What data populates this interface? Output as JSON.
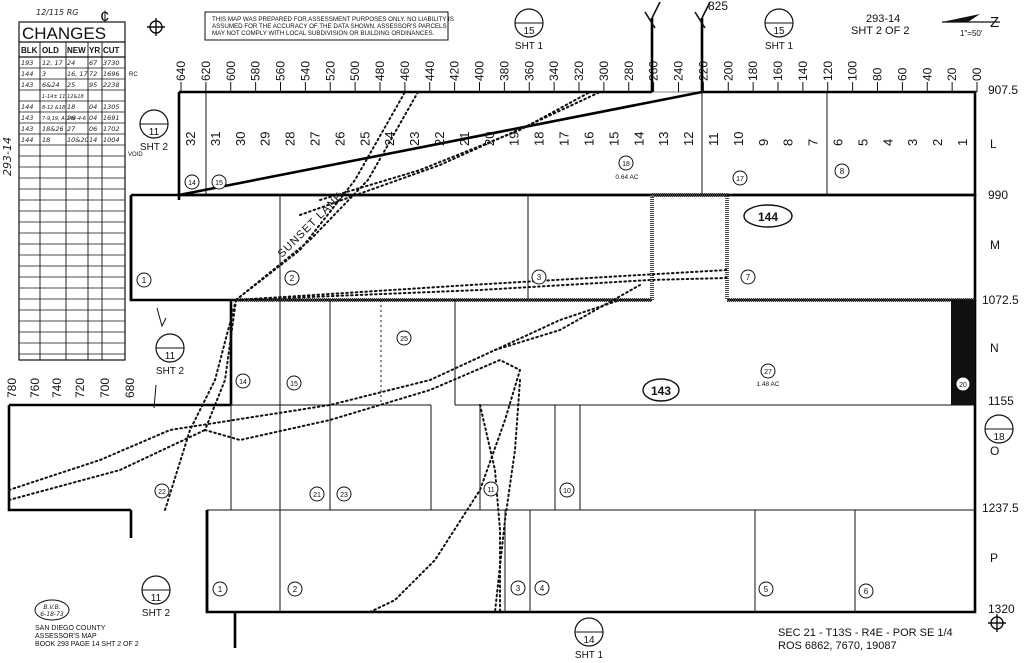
{
  "header": {
    "id_note": "12/115 RG",
    "disclaimer": [
      "THIS MAP WAS PREPARED FOR ASSESSMENT PURPOSES ONLY.  NO LIABILITY IS",
      "ASSUMED FOR THE ACCURACY OF THE DATA SHOWN.    ASSESSOR'S PARCELS",
      "MAY  NOT  COMPLY  WITH  LOCAL  SUBDIVISION  OR  BUILDING  ORDINANCES."
    ],
    "map_number": "293-14",
    "sheet": "SHT 2 OF 2",
    "scale": "1\"=50'",
    "north_letter": "Z",
    "top_number": "825"
  },
  "changes": {
    "title": "CHANGES",
    "columns": [
      "BLK",
      "OLD",
      "NEW",
      "YR",
      "CUT"
    ],
    "rows": [
      [
        "193",
        "12, 17",
        "24",
        "67",
        "3730"
      ],
      [
        "144",
        "3",
        "16, 17",
        "72",
        "1696"
      ],
      [
        "143",
        "6&24",
        "25",
        "95",
        "2238"
      ],
      [
        "",
        "1-14± 11,12&18",
        "",
        "",
        ""
      ],
      [
        "144",
        "8-12 &18",
        "18",
        "04",
        "1305"
      ],
      [
        "143",
        "7-9,19, A-144-4-6",
        "26",
        "04",
        "1691"
      ],
      [
        "143",
        "18&26",
        "27",
        "06",
        "1702"
      ],
      [
        "144",
        "18",
        "10&20",
        "14",
        "1004"
      ]
    ],
    "side_note": "293-14",
    "rc_label": "RC",
    "void_label": "VOID"
  },
  "ruler_top": [
    "640",
    "620",
    "600",
    "580",
    "560",
    "540",
    "520",
    "500",
    "480",
    "460",
    "440",
    "420",
    "400",
    "380",
    "360",
    "340",
    "320",
    "300",
    "280",
    "260",
    "240",
    "220",
    "200",
    "180",
    "160",
    "140",
    "120",
    "100",
    "80",
    "60",
    "40",
    "20",
    "00"
  ],
  "ruler_left": [
    "780",
    "760",
    "740",
    "720",
    "700",
    "680"
  ],
  "ruler_right": [
    "907.5",
    "990",
    "1072.5",
    "1155",
    "1237.5",
    "1320"
  ],
  "row_letters": [
    "L",
    "M",
    "N",
    "O",
    "P"
  ],
  "block_numbers": [
    "144",
    "143"
  ],
  "lots_L": [
    "32",
    "31",
    "30",
    "29",
    "28",
    "27",
    "26",
    "25",
    "24",
    "23",
    "22",
    "21",
    "20",
    "19",
    "18",
    "17",
    "16",
    "15",
    "14",
    "13",
    "12",
    "11",
    "10",
    "9",
    "8",
    "7",
    "6",
    "5",
    "4",
    "3",
    "2",
    "1"
  ],
  "parcels": {
    "p14a": "14",
    "p15a": "15",
    "p18": "18",
    "p18_area": "0.64 AC",
    "p17": "17",
    "p8": "8",
    "pM1": "1",
    "pM2": "2",
    "pM3": "3",
    "pM7": "7",
    "p25": "25",
    "p14b": "14",
    "p15b": "15",
    "p27": "27",
    "p27_area": "1.48 AC",
    "p20": "20",
    "p22": "22",
    "p21": "21",
    "p23": "23",
    "p11": "11",
    "p10": "10",
    "pP1": "1",
    "pP2": "2",
    "pP3": "3",
    "pP4": "4",
    "pP5": "5",
    "pP6": "6"
  },
  "street": "SUNSET LANE",
  "sheet_refs": [
    {
      "num": "15",
      "label": "SHT 1"
    },
    {
      "num": "15",
      "label": "SHT 1"
    },
    {
      "num": "11",
      "label": "SHT 2"
    },
    {
      "num": "11",
      "label": "SHT 2"
    },
    {
      "num": "11",
      "label": "SHT 2"
    },
    {
      "num": "14",
      "label": "SHT 1"
    },
    {
      "num": "18",
      "label": ""
    }
  ],
  "footer": {
    "stamp": [
      "B.V.B.",
      "6-18-73"
    ],
    "county": "SAN DIEGO COUNTY",
    "map_type": "ASSESSOR'S MAP",
    "book": "BOOK 293 PAGE 14 SHT 2 OF 2",
    "section": "SEC 21 - T13S - R4E - POR SE 1/4",
    "ros": "ROS 6862,  7670,  19087"
  },
  "colors": {
    "ink": "#111111",
    "void_fill": "#111111",
    "paper": "#ffffff"
  },
  "icons": [
    "registration-mark-icon",
    "cent-sign-icon",
    "north-arrow-icon"
  ]
}
